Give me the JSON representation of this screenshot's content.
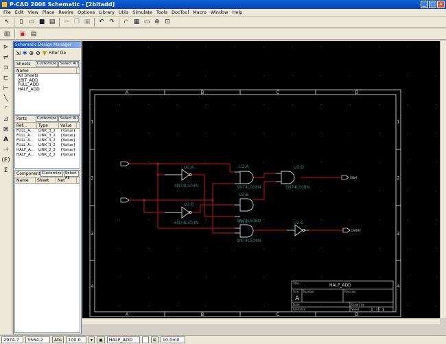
{
  "window": {
    "title": "P-CAD 2006 Schematic - [2bitadd]"
  },
  "menu": [
    "File",
    "Edit",
    "View",
    "Place",
    "Rewire",
    "Options",
    "Library",
    "Utils",
    "Simulate",
    "Tools",
    "DocTool",
    "Macro",
    "Window",
    "Help"
  ],
  "panel": {
    "title": "Schematic Design Manager",
    "filter_label": "Filter De",
    "sheets": {
      "label": "Sheets",
      "customize": "Customize",
      "select_all": "Select All",
      "col_name": "Name",
      "items": [
        "All Sheets",
        "2BIT_ADD",
        "FULL_ADD",
        "HALF_ADD"
      ]
    },
    "parts": {
      "label": "Parts",
      "customize": "Customize",
      "select_all": "Select All",
      "col_ref": "Ref...",
      "col_type": "Type",
      "col_value": "Value",
      "rows": [
        [
          "FULL_A...",
          "LINK_3_2",
          "{Value}"
        ],
        [
          "FULL_A...",
          "LINK_3_2",
          "{Value}"
        ],
        [
          "FULL_A...",
          "LINK_3_2",
          "{Value}"
        ],
        [
          "FULL_A...",
          "LINK_3_2",
          "{Value}"
        ],
        [
          "HALF_A...",
          "LINK_2_2",
          "{Value}"
        ],
        [
          "HALF_A...",
          "LINK_2_2",
          "{Value}"
        ]
      ]
    },
    "components": {
      "label": "Component",
      "customize": "Customize",
      "select_all": "Select All",
      "col_name": "Name",
      "col_sheet": "Sheet",
      "col_net": "Net"
    }
  },
  "schematic": {
    "zone_cols": [
      "A",
      "B",
      "C",
      "D"
    ],
    "zone_rows": [
      "1",
      "2",
      "3",
      "4"
    ],
    "inv_a_ref": "U2:A",
    "inv_a_type": "SN74LS04N",
    "inv_b_ref": "U2:B",
    "inv_b_type": "SN74LS04N",
    "and_a_ref": "U3:A",
    "and_a_type": "SN74LS08N",
    "and_b_ref": "U3:B",
    "and_b_type": "SN74LS08N",
    "and_c_ref": "U3:C",
    "and_c_type": "SN74LS08N",
    "or_a_ref": "U3:D",
    "or_a_type": "SN74LS08N",
    "inv_c_ref": "U2:C",
    "port_sum": "SUM",
    "port_carry": "CARRY",
    "tb_title_label": "Title",
    "tb_title": "HALF_ADD",
    "tb_size_label": "Size",
    "tb_size": "A",
    "tb_number_label": "Number",
    "tb_revision_label": "Revision",
    "tb_date_label": "Date",
    "tb_drawnby_label": "Drawn by",
    "tb_filename_label": "Filename",
    "tb_sheet_label": "Sheet",
    "tb_sheet": "3",
    "tb_of_label": "of",
    "tb_of": "3"
  },
  "status": {
    "x": "2974.7",
    "y": "5564.2",
    "app_btn": "Abs",
    "zoom": "100.0",
    "sheet": "HALF_ADD",
    "grid": "10.0mil"
  }
}
